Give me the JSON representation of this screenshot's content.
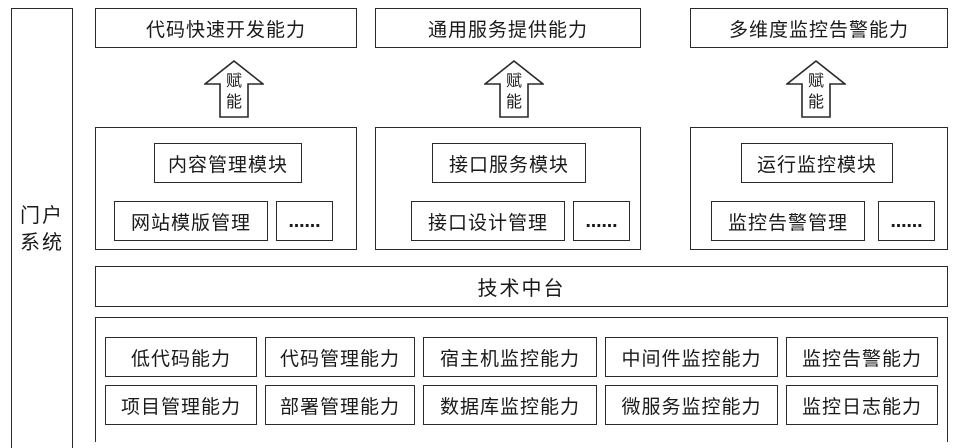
{
  "portal": {
    "label": "门户系统"
  },
  "capabilities": [
    {
      "label": "代码快速开发能力"
    },
    {
      "label": "通用服务提供能力"
    },
    {
      "label": "多维度监控告警能力"
    }
  ],
  "arrow_label": "赋能",
  "modules": [
    {
      "title": "内容管理模块",
      "sub": "网站模版管理",
      "more": "……"
    },
    {
      "title": "接口服务模块",
      "sub": "接口设计管理",
      "more": "……"
    },
    {
      "title": "运行监控模块",
      "sub": "监控告警管理",
      "more": "……"
    }
  ],
  "platform": {
    "label": "技术中台"
  },
  "grid": {
    "row1": [
      "低代码能力",
      "代码管理能力",
      "宿主机监控能力",
      "中间件监控能力",
      "监控告警能力"
    ],
    "row2": [
      "项目管理能力",
      "部署管理能力",
      "数据库监控能力",
      "微服务监控能力",
      "监控日志能力"
    ]
  }
}
